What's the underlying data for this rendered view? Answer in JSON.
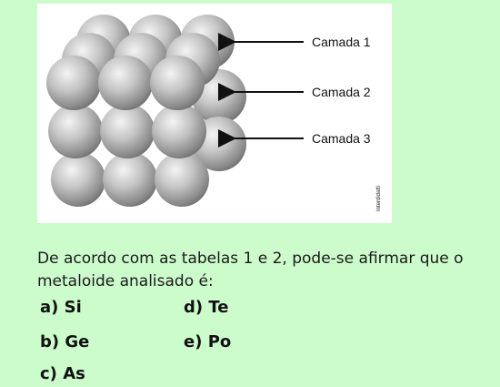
{
  "figure": {
    "layer_labels": [
      "Camada 1",
      "Camada 2",
      "Camada 3"
    ],
    "credit": "Interdidatti"
  },
  "question": {
    "text": "De acordo com as tabelas 1 e 2, pode-se afirmar que o metaloide analisado é:"
  },
  "options": [
    {
      "letter": "a)",
      "value": "Si"
    },
    {
      "letter": "b)",
      "value": "Ge"
    },
    {
      "letter": "c)",
      "value": "As"
    },
    {
      "letter": "d)",
      "value": "Te"
    },
    {
      "letter": "e)",
      "value": "Po"
    }
  ],
  "colors": {
    "background": "#ccfccc",
    "sphere_highlight": "#f2f2f2",
    "sphere_shadow": "#6e6e6e"
  }
}
